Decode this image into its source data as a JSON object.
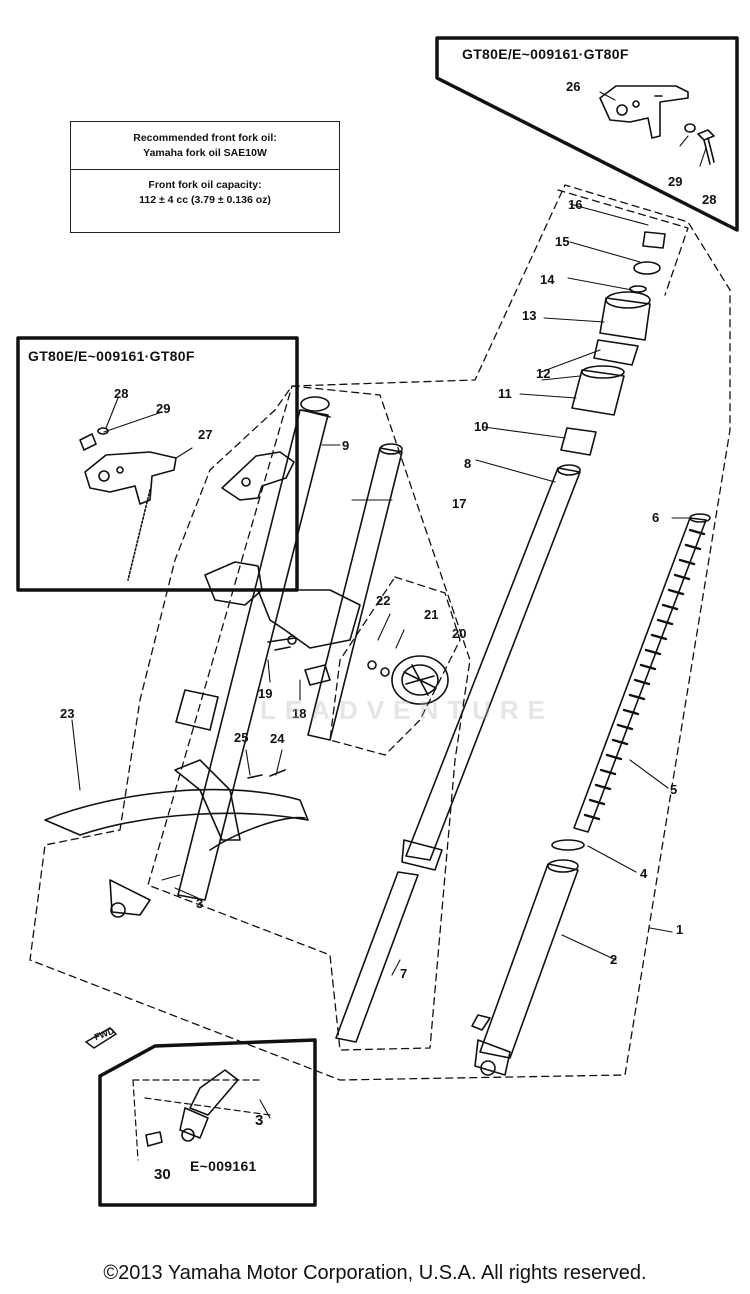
{
  "oil_box": {
    "line1": "Recommended front fork oil:",
    "line2": "Yamaha fork oil SAE10W",
    "line3": "Front fork oil capacity:",
    "line4": "112 ± 4 cc (3.79 ± 0.136 oz)"
  },
  "insets": {
    "top_right_title": "GT80E/E~009161·GT80F",
    "left_title": "GT80E/E~009161·GT80F",
    "bottom_title": "E~009161"
  },
  "callouts": [
    "1",
    "2",
    "3",
    "4",
    "5",
    "6",
    "7",
    "8",
    "9",
    "10",
    "11",
    "12",
    "13",
    "14",
    "15",
    "16",
    "17",
    "18",
    "19",
    "20",
    "21",
    "22",
    "23",
    "24",
    "25",
    "26",
    "27",
    "28",
    "29",
    "30"
  ],
  "bottom_inset_callout_3": "3",
  "fwd_label": "FWD",
  "watermark": "LEADVENTURE",
  "footer": "©2013 Yamaha Motor Corporation, U.S.A. All rights reserved."
}
